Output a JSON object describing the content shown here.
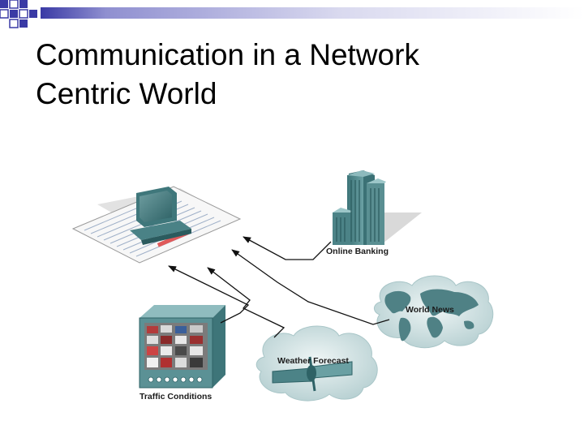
{
  "slide": {
    "title_line1": "Communication in a Network",
    "title_line2": "Centric World"
  },
  "diagram": {
    "nodes": {
      "online_banking": "Online Banking",
      "world_news": "World News",
      "weather_forecast": "Weather Forecast",
      "traffic_conditions": "Traffic Conditions"
    }
  },
  "colors": {
    "bullet_blue": "#3a3aa5",
    "teal_dark": "#2f6468",
    "teal_mid": "#5f9296",
    "teal_light": "#9bc2c4",
    "cloud": "#d4e4e6",
    "land": "#4f8185",
    "paper": "#f3f3f3",
    "shadow": "#b9b9b9"
  }
}
